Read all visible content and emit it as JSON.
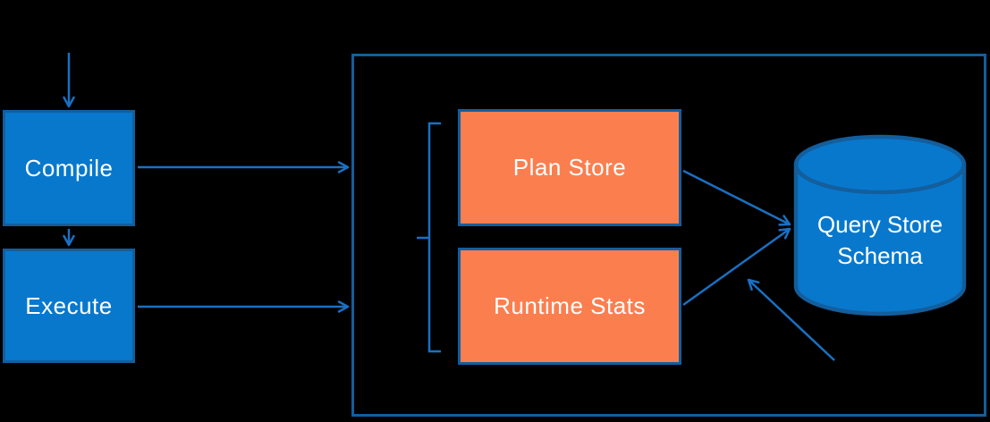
{
  "colors": {
    "background": "#000000",
    "blue_fill": "#0878cd",
    "blue_border": "#135e9c",
    "orange_fill": "#fb7e4f",
    "arrow_blue": "#1a70c2",
    "text": "#ffffff"
  },
  "nodes": {
    "compile": {
      "label": "Compile"
    },
    "execute": {
      "label": "Execute"
    },
    "plan_store": {
      "label": "Plan Store"
    },
    "runtime_stats": {
      "label": "Runtime Stats"
    },
    "query_store_schema": {
      "label": "Query Store Schema",
      "lines": [
        "Query Store",
        "Schema"
      ]
    }
  },
  "connections": [
    {
      "from": "input",
      "to": "compile"
    },
    {
      "from": "compile",
      "to": "query-store-container"
    },
    {
      "from": "compile",
      "to": "execute"
    },
    {
      "from": "execute",
      "to": "query-store-container"
    },
    {
      "from": "plan-store",
      "to": "query-store-schema"
    },
    {
      "from": "runtime-stats",
      "to": "query-store-schema"
    },
    {
      "from": "external-bottom-right",
      "to": "query-store-schema"
    }
  ]
}
